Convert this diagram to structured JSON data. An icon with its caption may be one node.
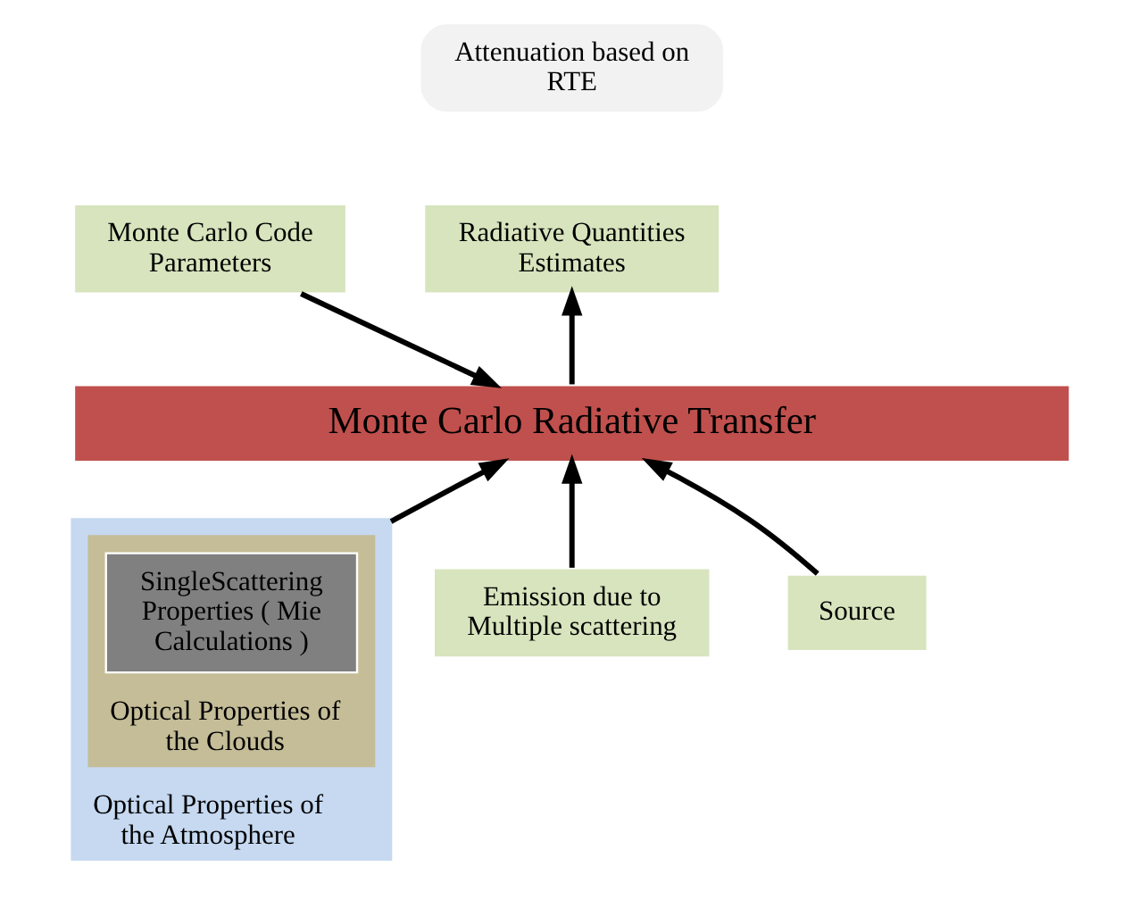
{
  "diagram": {
    "nodes": [
      {
        "text": [
          "Attenuation based on RTE"
        ]
      },
      {
        "text": [
          "Monte Carlo Code Parameters"
        ]
      },
      {
        "text": [
          "Radiative Quantities Estimates"
        ]
      },
      {
        "text": [
          "Monte Carlo Radiative Transfer"
        ]
      },
      {
        "text": [
          "Optical Properties of the Atmosphere"
        ]
      },
      {
        "text": [
          "Optical Properties of the Clouds"
        ],
        "in": 4
      },
      {
        "text": [
          "SingleScattering Properties ( Mie Calculations )"
        ],
        "in": 5
      },
      {
        "text": [
          "Emission due to Multiple scattering"
        ]
      },
      {
        "text": [
          "Source"
        ]
      }
    ],
    "edges": [
      {
        "from": 1,
        "to": 3,
        "arrow": "to"
      },
      {
        "from": 3,
        "to": 2,
        "arrow": "to"
      },
      {
        "from": 4,
        "to": 3,
        "arrow": "to"
      },
      {
        "from": 8,
        "to": 3,
        "arrow": "to"
      },
      {
        "from": 7,
        "to": 3,
        "arrow": "to"
      }
    ]
  }
}
